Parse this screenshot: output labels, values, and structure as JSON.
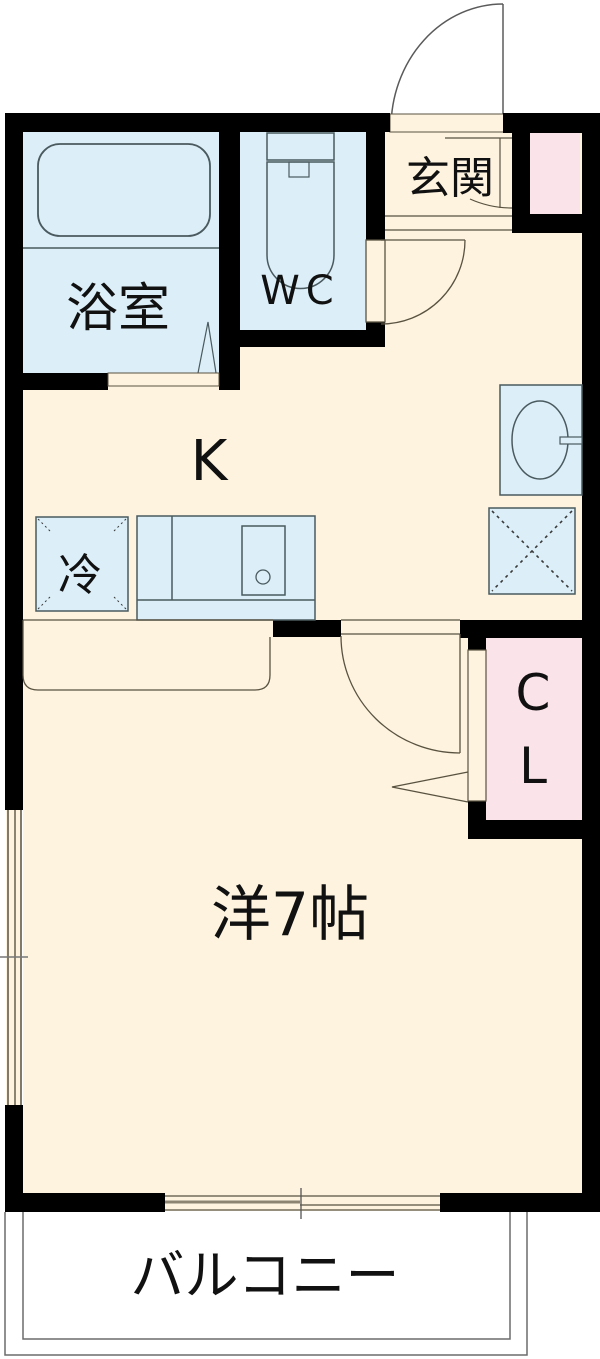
{
  "floor_plan": {
    "type": "1K apartment",
    "rooms": {
      "bathroom": {
        "label": "浴室"
      },
      "toilet": {
        "label": "WC"
      },
      "entrance": {
        "label": "玄関"
      },
      "kitchen": {
        "label": "K"
      },
      "fridge": {
        "label": "冷"
      },
      "closet": {
        "label_line1": "C",
        "label_line2": "L"
      },
      "western_room": {
        "label": "洋7帖"
      },
      "balcony": {
        "label": "バルコニー"
      }
    },
    "colors": {
      "wall": "#000000",
      "floor": "#fdf3df",
      "wet_area": "#dceff9",
      "closet": "#fbe3ea",
      "fixture_line": "#4a5a5e",
      "door_line": "#5a5240",
      "balcony_line": "#6b6b6b"
    }
  }
}
